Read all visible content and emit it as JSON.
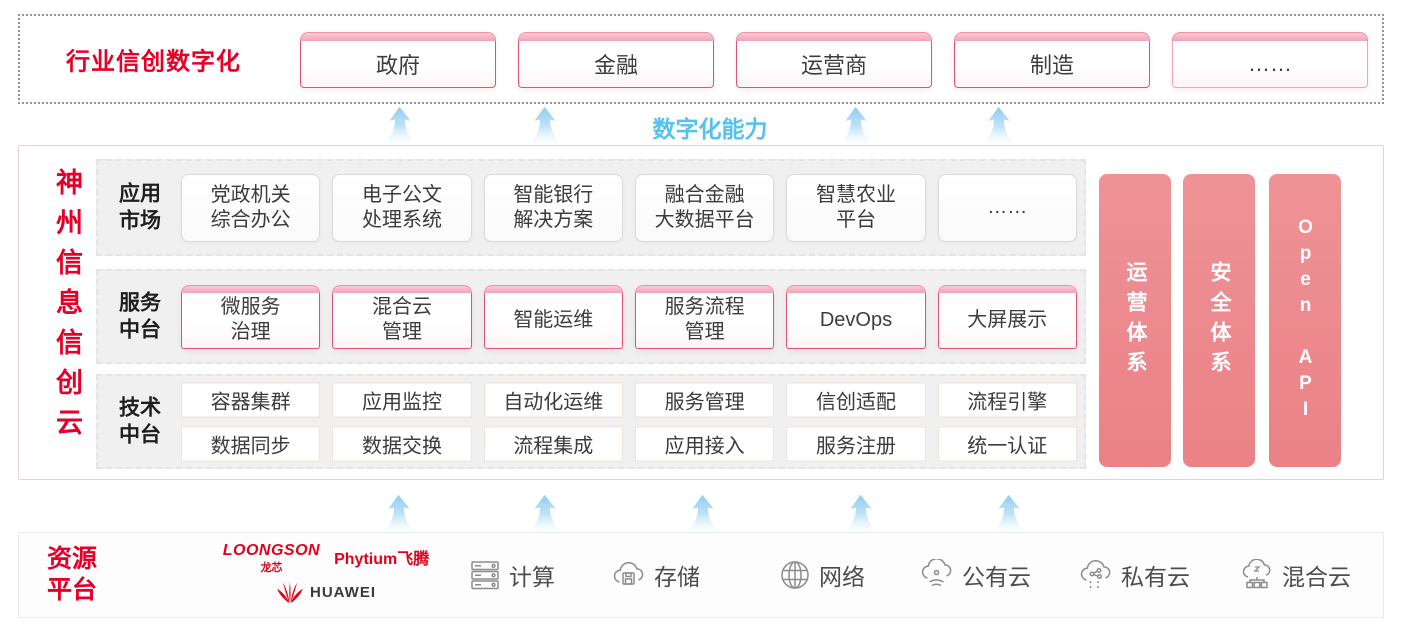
{
  "colors": {
    "brand_red": "#e60027",
    "pillar_pink": "#ec888c",
    "capability_blue": "#55c1ef"
  },
  "top_banner": {
    "title": "行业信创数字化",
    "tabs": [
      {
        "label": "政府"
      },
      {
        "label": "金融"
      },
      {
        "label": "运营商"
      },
      {
        "label": "制造"
      },
      {
        "label": "……"
      }
    ]
  },
  "capability_label": "数字化能力",
  "main": {
    "side_title": "神州信息信创云",
    "rows": [
      {
        "label": "应用市场",
        "items": [
          "党政机关\n综合办公",
          "电子公文\n处理系统",
          "智能银行\n解决方案",
          "融合金融\n大数据平台",
          "智慧农业\n平台",
          "……"
        ]
      },
      {
        "label": "服务中台",
        "items": [
          "微服务\n治理",
          "混合云\n管理",
          "智能运维",
          "服务流程\n管理",
          "DevOps",
          "大屏展示"
        ]
      },
      {
        "label": "技术中台",
        "items_top": [
          "容器集群",
          "应用监控",
          "自动化运维",
          "服务管理",
          "信创适配",
          "流程引擎"
        ],
        "items_bottom": [
          "数据同步",
          "数据交换",
          "流程集成",
          "应用接入",
          "服务注册",
          "统一认证"
        ]
      }
    ],
    "pillars": [
      {
        "label": "运营体系"
      },
      {
        "label": "安全体系"
      },
      {
        "label": "Open API"
      }
    ]
  },
  "resources": {
    "title": "资源\n平台",
    "vendors": {
      "loongson": "LOONGSON",
      "loongson_sub": "龙芯",
      "phytium": "Phytium飞腾",
      "huawei": "HUAWEI"
    },
    "items": [
      {
        "icon": "server-icon",
        "label": "计算"
      },
      {
        "icon": "storage-cloud-icon",
        "label": "存储"
      },
      {
        "icon": "network-globe-icon",
        "label": "网络"
      },
      {
        "icon": "public-cloud-icon",
        "label": "公有云"
      },
      {
        "icon": "private-cloud-icon",
        "label": "私有云"
      },
      {
        "icon": "hybrid-cloud-icon",
        "label": "混合云"
      }
    ]
  }
}
